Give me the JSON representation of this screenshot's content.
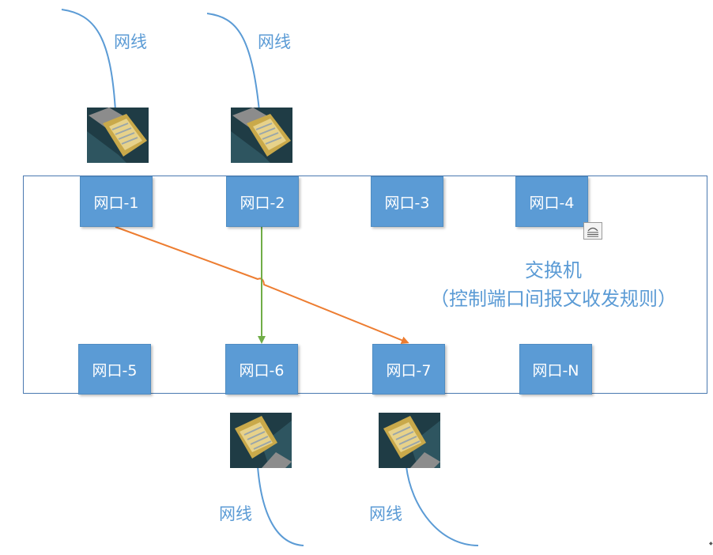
{
  "cable_label": "网线",
  "ports": {
    "p1": "网口-1",
    "p2": "网口-2",
    "p3": "网口-3",
    "p4": "网口-4",
    "p5": "网口-5",
    "p6": "网口-6",
    "p7": "网口-7",
    "pn": "网口-N"
  },
  "switch": {
    "title": "交换机",
    "subtitle": "（控制端口间报文收发规则）"
  },
  "colors": {
    "port_fill": "#5b9bd5",
    "box_border": "#4a79b0",
    "cable": "#5b9bd5",
    "arrow_orange": "#ed7d31",
    "arrow_green": "#70ad47"
  },
  "icons": {
    "connector": "rj45-connector-icon",
    "document": "document-icon"
  }
}
